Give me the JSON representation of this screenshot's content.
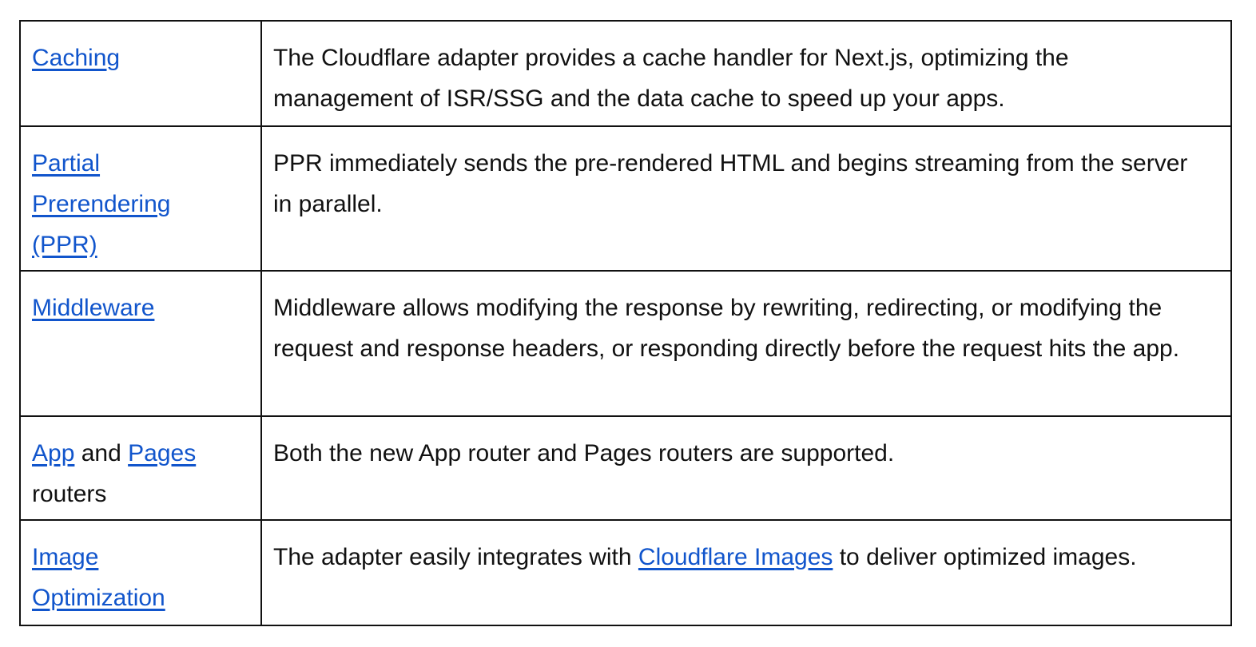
{
  "rows": [
    {
      "feature": "Caching",
      "description": "The Cloudflare adapter provides a cache handler for Next.js, optimizing the management of ISR/SSG and the data cache to speed up your apps."
    },
    {
      "feature": "Partial Prerendering (PPR)",
      "description": "PPR immediately sends the pre-rendered HTML and begins streaming from the server in parallel."
    },
    {
      "feature": "Middleware",
      "description": "Middleware allows modifying the response by rewriting, redirecting, or modifying the request and response headers, or responding directly before the request hits the app."
    },
    {
      "feature_parts": {
        "app": "App",
        "and": " and ",
        "pages": "Pages",
        "routers": " routers"
      },
      "description": "Both the new App router and Pages routers are supported."
    },
    {
      "feature": "Image Optimization",
      "description_parts": {
        "before": "The adapter easily integrates with ",
        "link": "Cloudflare Images",
        "after": " to deliver optimized images."
      }
    }
  ],
  "colors": {
    "link": "#1155cc",
    "text": "#111111",
    "border": "#111111",
    "background": "#ffffff"
  }
}
